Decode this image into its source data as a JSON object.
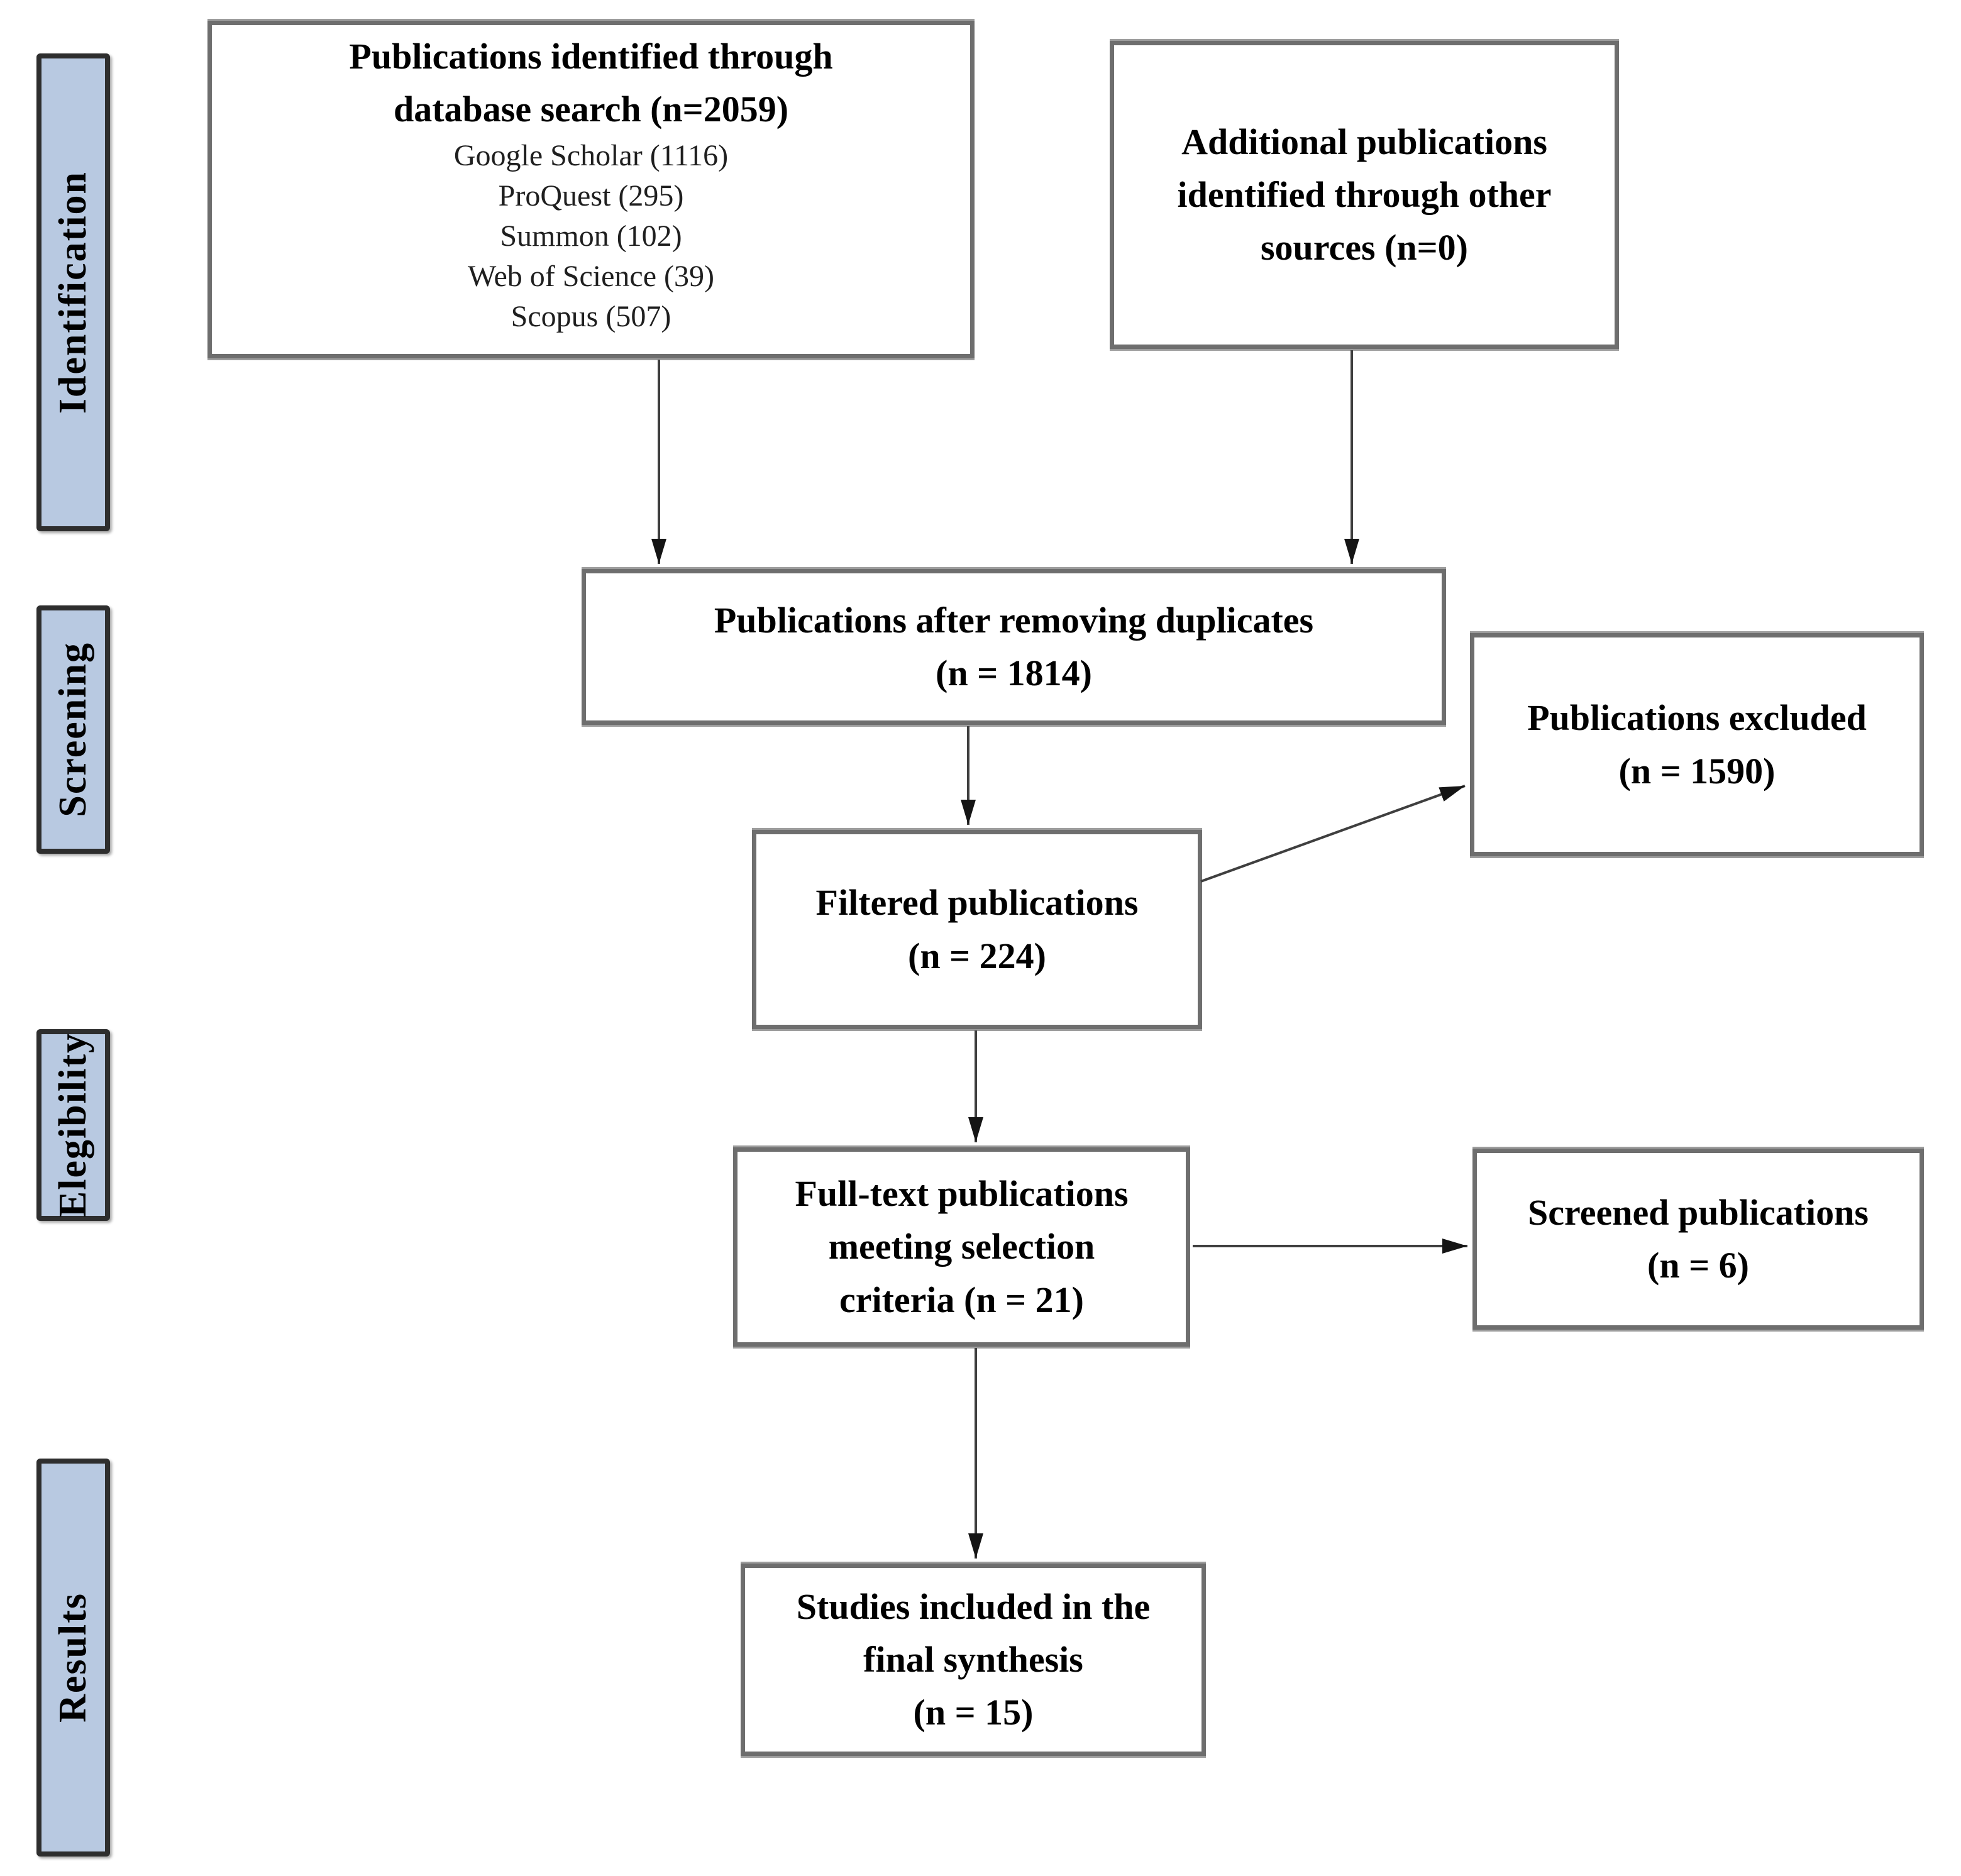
{
  "diagram": {
    "stages": [
      {
        "id": "identification",
        "label": "Identification"
      },
      {
        "id": "screening",
        "label": "Screening"
      },
      {
        "id": "elegibility",
        "label": "Elegibility"
      },
      {
        "id": "results",
        "label": "Results"
      }
    ],
    "boxes": {
      "identified": {
        "lines": [
          "Publications identified through",
          "database search (n=2059)"
        ],
        "sources": [
          "Google Scholar (1116)",
          "ProQuest (295)",
          "Summon (102)",
          "Web of Science (39)",
          "Scopus (507)"
        ],
        "total": 2059
      },
      "additional": {
        "lines": [
          "Additional publications",
          "identified through other",
          "sources (n=0)"
        ],
        "total": 0
      },
      "deduplicated": {
        "lines": [
          "Publications after removing duplicates",
          "(n = 1814)"
        ],
        "total": 1814
      },
      "excluded": {
        "lines": [
          "Publications excluded",
          "(n = 1590)"
        ],
        "total": 1590
      },
      "filtered": {
        "lines": [
          "Filtered publications",
          "(n = 224)"
        ],
        "total": 224
      },
      "fulltext": {
        "lines": [
          "Full-text publications",
          "meeting selection",
          "criteria (n = 21)"
        ],
        "total": 21
      },
      "screened": {
        "lines": [
          "Screened publications",
          "(n = 6)"
        ],
        "total": 6
      },
      "included": {
        "lines": [
          "Studies included in the",
          "final synthesis",
          "(n = 15)"
        ],
        "total": 15
      }
    },
    "colors": {
      "stage_fill": "#b8c9e1",
      "stage_border": "#2e2e2e",
      "box_border": "#6e6e6e",
      "arrow": "#3f3f3f",
      "text": "#000000"
    }
  }
}
